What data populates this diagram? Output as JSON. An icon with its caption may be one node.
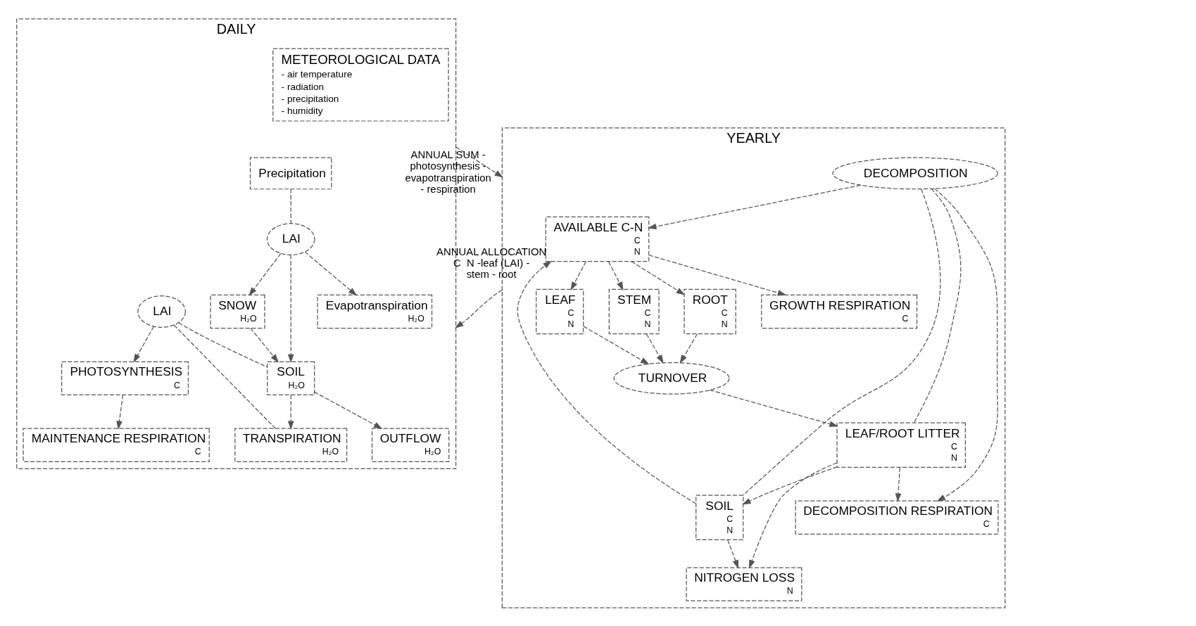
{
  "diagram": {
    "nodes": [
      {
        "text": [
          "DAILY"
        ]
      },
      {
        "text": [
          "METEOROLOGICAL DATA",
          "- air temperature",
          "- radiation",
          "- precipitation",
          "- humidity"
        ],
        "in": 0
      },
      {
        "text": [
          "Precipitation"
        ],
        "in": 0
      },
      {
        "text": [
          "Evapotranspiration",
          "H₂O"
        ],
        "in": 0
      },
      {
        "text": [
          "LAI"
        ],
        "in": 0
      },
      {
        "text": [
          "SNOW",
          "H₂O"
        ],
        "in": 0
      },
      {
        "text": [
          "TRANSPIRATION",
          "H₂O"
        ],
        "in": 0
      },
      {
        "text": [
          "LAI"
        ],
        "in": 0
      },
      {
        "text": [
          "SOIL",
          "H₂O"
        ],
        "in": 0
      },
      {
        "text": [
          "PHOTOSYNTHESIS",
          "C"
        ],
        "in": 0
      },
      {
        "text": [
          "OUTFLOW",
          "H₂O"
        ],
        "in": 0
      },
      {
        "text": [
          "MAINTENANCE RESPIRATION",
          "C"
        ],
        "in": 0
      },
      {
        "text": [
          "YEARLY"
        ]
      },
      {
        "text": [
          "GROWTH RESPIRATION",
          "C"
        ],
        "in": 12
      },
      {
        "text": [
          "AVAILABLE C-N",
          "C",
          "N"
        ],
        "in": 12
      },
      {
        "text": [
          "LEAF",
          "C",
          "N"
        ],
        "in": 12
      },
      {
        "text": [
          "STEM",
          "C",
          "N"
        ],
        "in": 12
      },
      {
        "text": [
          "ROOT",
          "C",
          "N"
        ],
        "in": 12
      },
      {
        "text": [
          "TURNOVER"
        ],
        "in": 12
      },
      {
        "text": [
          "DECOMPOSITION RESPIRATION",
          "C"
        ],
        "in": 12
      },
      {
        "text": [
          "DECOMPOSITION"
        ],
        "in": 12
      },
      {
        "text": [
          "SOIL",
          "C",
          "N"
        ],
        "in": 12
      },
      {
        "text": [
          "LEAF/ROOT LITTER",
          "C",
          "N"
        ],
        "in": 12
      },
      {
        "text": [
          "NITROGEN LOSS",
          "N"
        ],
        "in": 12
      }
    ],
    "edges": [
      {
        "from": 2,
        "to": 4,
        "arrow": "none"
      },
      {
        "from": 4,
        "to": 3,
        "arrow": "to"
      },
      {
        "from": 4,
        "to": 5,
        "arrow": "to"
      },
      {
        "from": 4,
        "to": 8,
        "arrow": "to"
      },
      {
        "from": 5,
        "to": 8,
        "arrow": "to"
      },
      {
        "from": 7,
        "to": 6,
        "arrow": "none"
      },
      {
        "from": 7,
        "to": 8,
        "arrow": "none"
      },
      {
        "from": 8,
        "to": 6,
        "arrow": "to"
      },
      {
        "from": 7,
        "to": 9,
        "arrow": "to"
      },
      {
        "from": 8,
        "to": 10,
        "arrow": "to"
      },
      {
        "from": 9,
        "to": 11,
        "arrow": "to"
      },
      {
        "from": 0,
        "to": 12,
        "arrow": "to",
        "label": "ANNUAL SUM - photosynthesis - evapotranspiration - respiration"
      },
      {
        "from": 12,
        "to": 0,
        "arrow": "to",
        "label": "ANNUAL ALLOCATION C  N -leaf (LAI) - stem - root"
      },
      {
        "from": 14,
        "to": 13,
        "arrow": "to"
      },
      {
        "from": 14,
        "to": 15,
        "arrow": "to"
      },
      {
        "from": 14,
        "to": 16,
        "arrow": "to"
      },
      {
        "from": 14,
        "to": 17,
        "arrow": "to"
      },
      {
        "from": 15,
        "to": 18,
        "arrow": "to"
      },
      {
        "from": 16,
        "to": 18,
        "arrow": "to"
      },
      {
        "from": 17,
        "to": 18,
        "arrow": "to"
      },
      {
        "from": 18,
        "to": 22,
        "arrow": "to"
      },
      {
        "from": 21,
        "to": 14,
        "arrow": "to"
      },
      {
        "from": 20,
        "to": 14,
        "arrow": "to"
      },
      {
        "from": 20,
        "to": 19,
        "arrow": "to"
      },
      {
        "from": 20,
        "to": 21,
        "arrow": "none"
      },
      {
        "from": 20,
        "to": 22,
        "arrow": "none"
      },
      {
        "from": 22,
        "to": 19,
        "arrow": "to"
      },
      {
        "from": 22,
        "to": 21,
        "arrow": "to"
      },
      {
        "from": 21,
        "to": 23,
        "arrow": "to"
      },
      {
        "from": 22,
        "to": 23,
        "arrow": "to"
      }
    ]
  }
}
